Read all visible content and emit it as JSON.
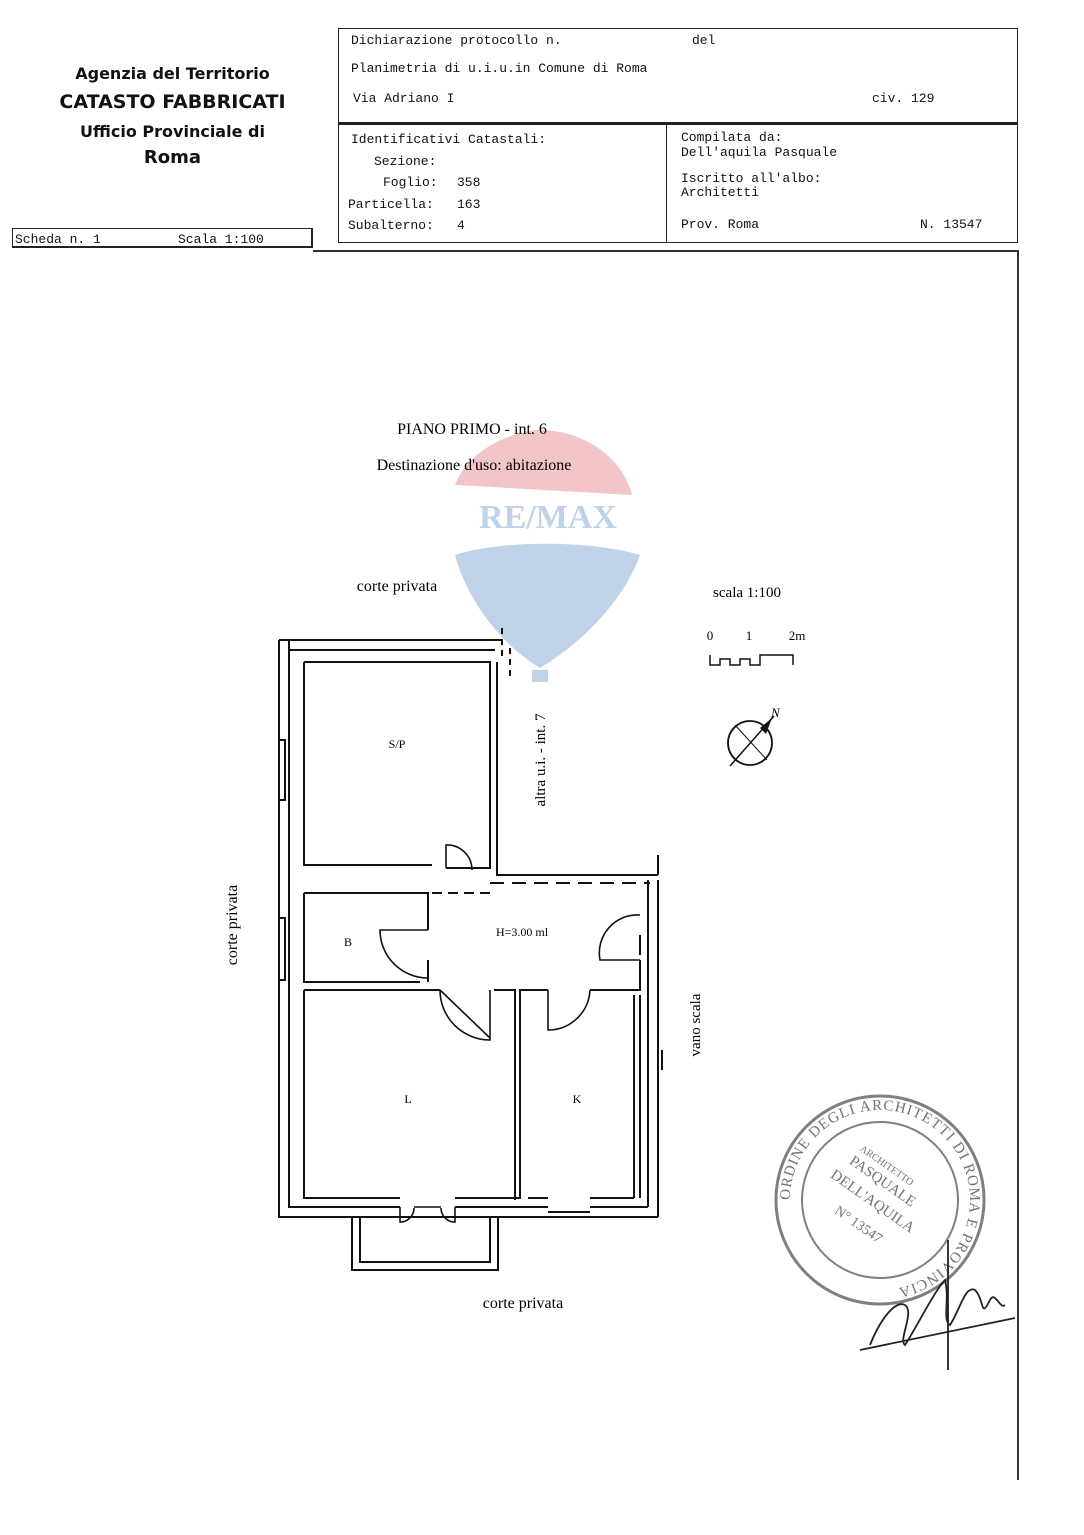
{
  "agency": {
    "line1": "Agenzia del Territorio",
    "line2": "CATASTO FABBRICATI",
    "line3": "Ufficio Provinciale di",
    "line4": "Roma"
  },
  "sheet": {
    "scheda": "Scheda n. 1",
    "scala": "Scala 1:100"
  },
  "header": {
    "dichiarazione": "Dichiarazione protocollo n.",
    "del": "del",
    "planimetria": "Planimetria di u.i.u.in Comune di Roma",
    "via": "Via Adriano I",
    "civ": "civ. 129"
  },
  "identificativi": {
    "title": "Identificativi Catastali:",
    "sezione_label": "Sezione:",
    "foglio_label": "Foglio:",
    "foglio_value": "358",
    "particella_label": "Particella:",
    "particella_value": "163",
    "subalterno_label": "Subalterno:",
    "subalterno_value": "4"
  },
  "compilatore": {
    "compilata_label": "Compilata da:",
    "compilata_value": "Dell'aquila Pasquale",
    "albo_label": "Iscritto all'albo:",
    "albo_value": "Architetti",
    "prov": "Prov. Roma",
    "numero": "N. 13547"
  },
  "plan": {
    "floor_title": "PIANO PRIMO  -  int. 6",
    "destinazione": "Destinazione d'uso: abitazione",
    "corte_top": "corte privata",
    "corte_left": "corte privata",
    "corte_bottom": "corte privata",
    "altra_ui": "altra u.i. - int. 7",
    "vano_scala": "vano scala",
    "height": "H=3.00 ml",
    "rooms": {
      "sp": "S/P",
      "b": "B",
      "l": "L",
      "k": "K"
    },
    "scale_label": "scala 1:100",
    "scale_0": "0",
    "scale_1": "1",
    "scale_2": "2m",
    "north": "N"
  },
  "watermark": {
    "text": "RE/MAX",
    "color_red": "#d8323a",
    "color_blue": "#1c5fb0"
  },
  "stamp": {
    "outer": "ORDINE DEGLI ARCHITETTI DI ROMA E PROVINCIA",
    "architetto": "ARCHITETTO",
    "first": "PASQUALE",
    "last": "DELL'AQUILA",
    "numero": "N° 13547"
  }
}
